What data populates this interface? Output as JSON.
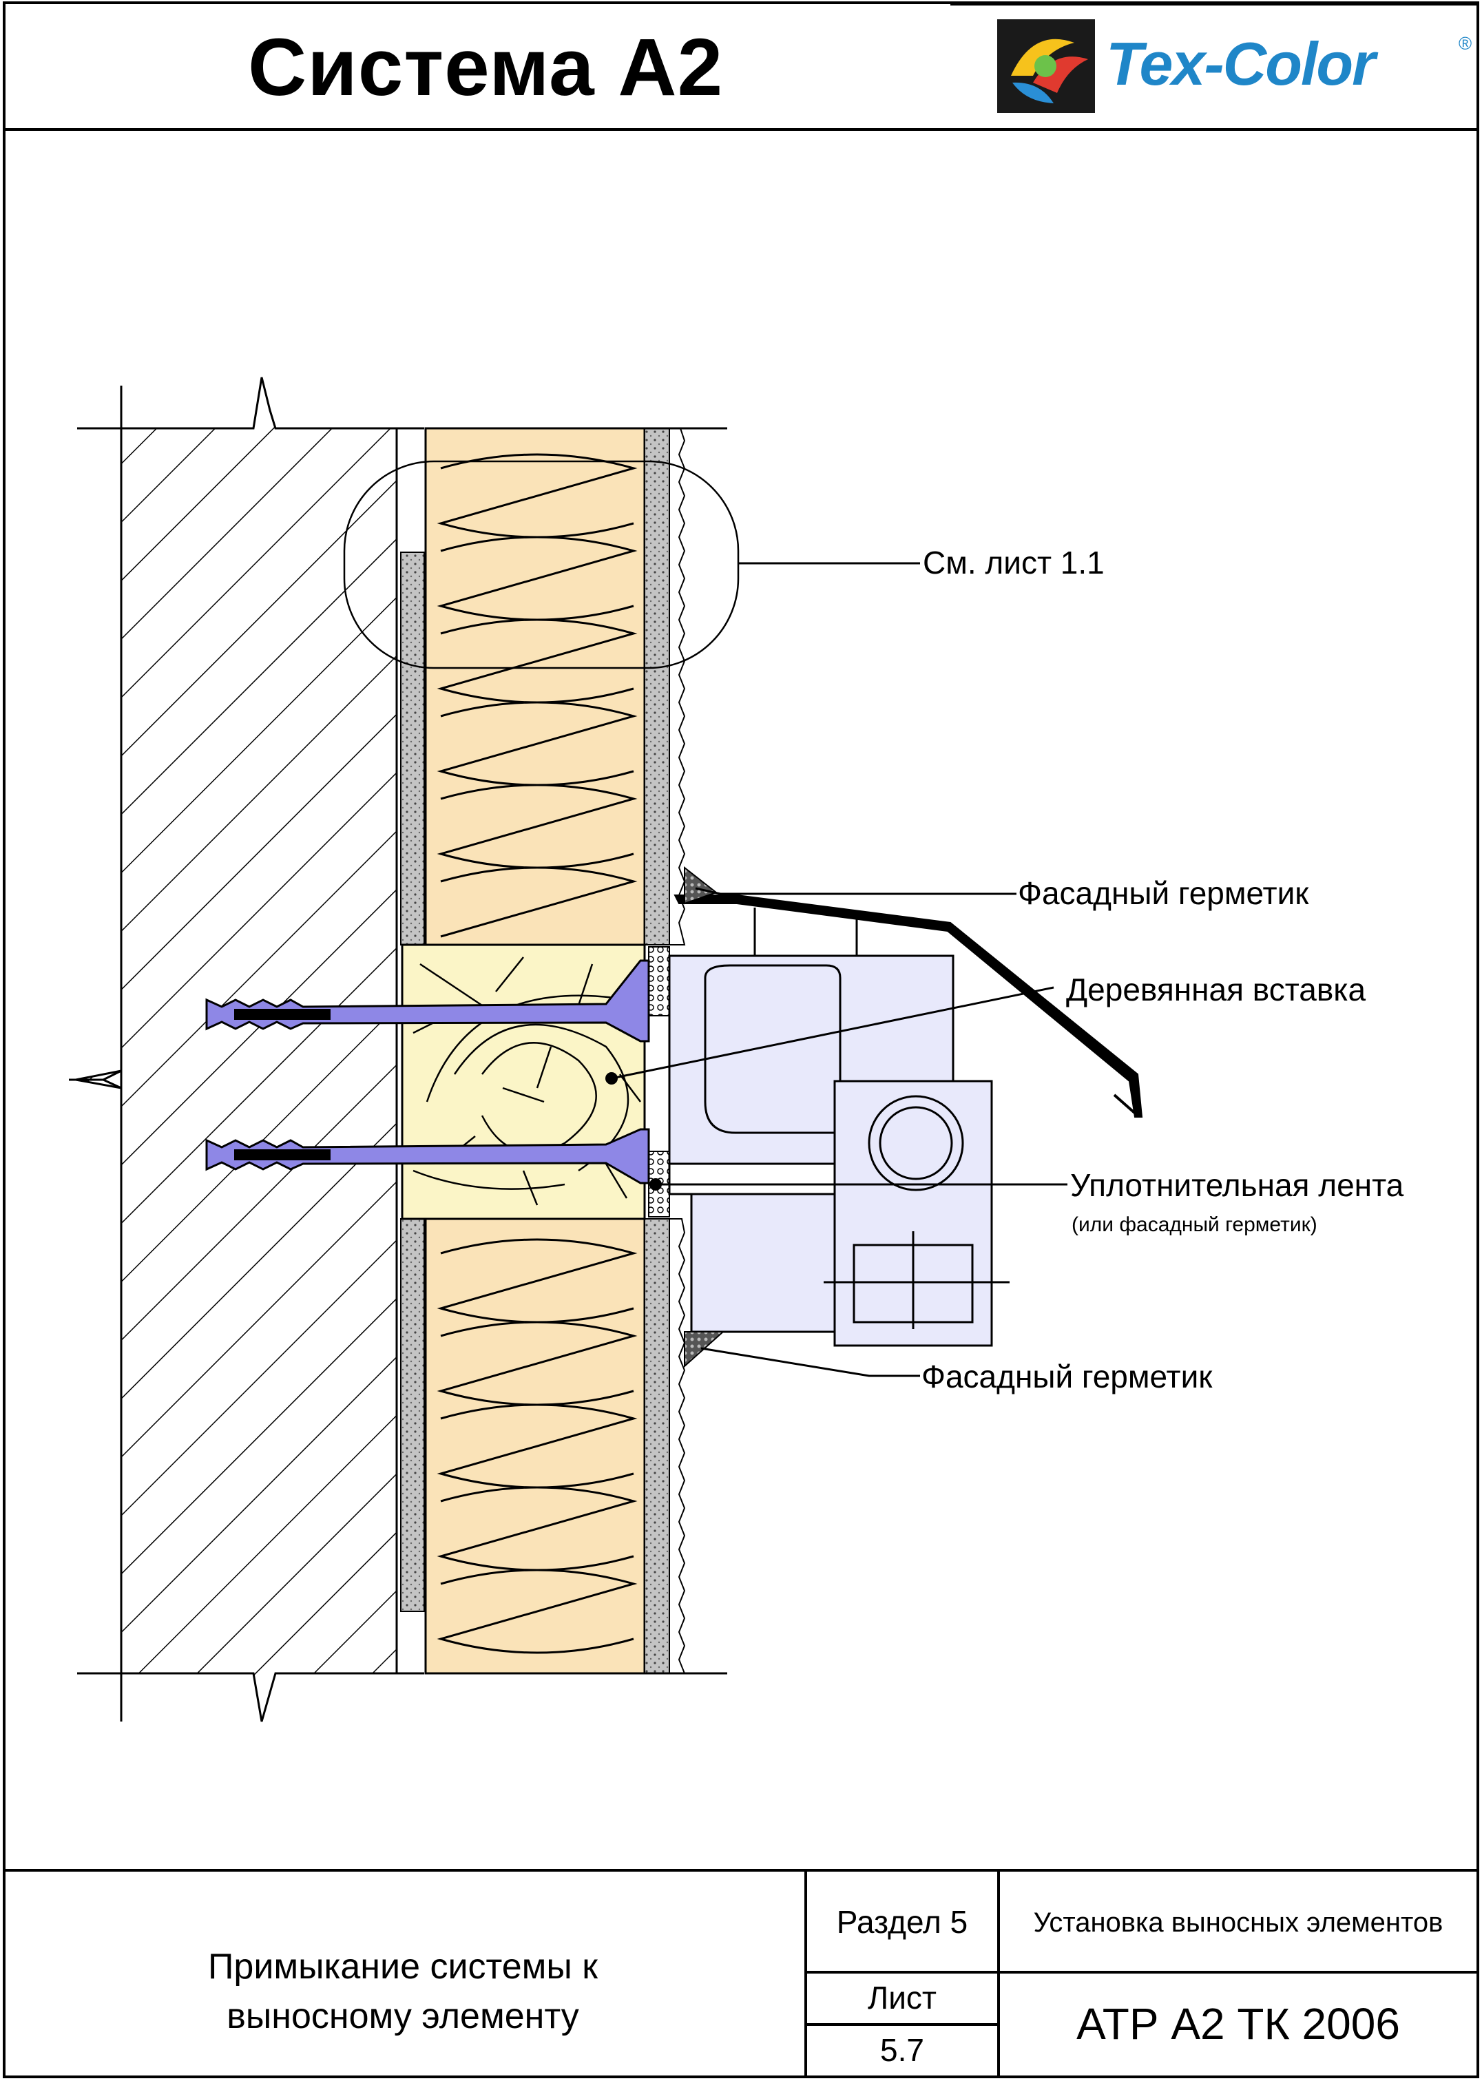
{
  "header": {
    "title": "Система A2",
    "brand": {
      "name": "Tex-Color",
      "reg_mark": "®"
    }
  },
  "diagram": {
    "callouts": [
      {
        "id": "see-sheet",
        "text": "См. лист 1.1"
      },
      {
        "id": "facade-sealant-top",
        "text": "Фасадный герметик"
      },
      {
        "id": "wood-insert",
        "text": "Деревянная вставка"
      },
      {
        "id": "sealing-tape",
        "text": "Уплотнительная лента"
      },
      {
        "id": "sealing-tape-alt",
        "text": "(или фасадный герметик)"
      },
      {
        "id": "facade-sealant-bottom",
        "text": "Фасадный герметик"
      }
    ],
    "colors": {
      "insulation": "#fae3b8",
      "wood": "#fbf5c7",
      "dowel": "#8e87e6",
      "bracket": "#e8e9fb",
      "plaster": "#c4c4c4",
      "logo_blue": "#1f86c8"
    }
  },
  "title_block": {
    "description_line1": "Примыкание системы к",
    "description_line2": "выносному элементу",
    "section": "Раздел 5",
    "section_title": "Установка выносных элементов",
    "sheet_label": "Лист",
    "sheet_number": "5.7",
    "document_code": "АТР А2 ТК 2006"
  }
}
